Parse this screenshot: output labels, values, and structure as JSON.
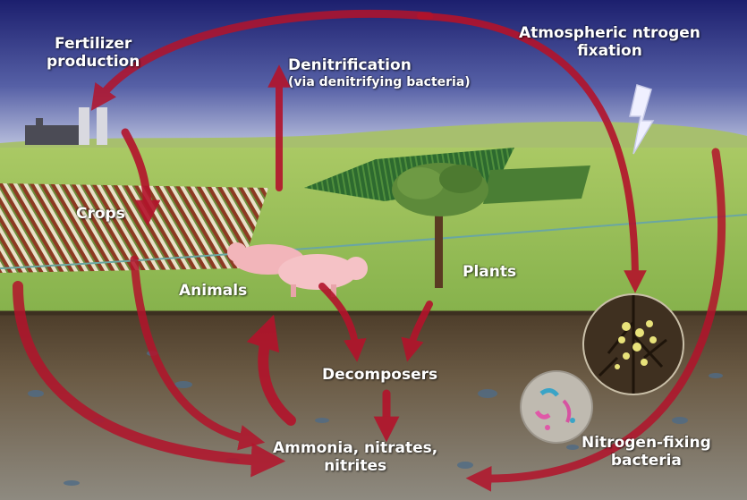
{
  "labels": {
    "fertilizer_l1": "Fertilizer",
    "fertilizer_l2": "production",
    "denitrification_l1": "Denitrification",
    "denitrification_l2": "(via denitrifying bacteria)",
    "atmospheric_l1": "Atmospheric ntrogen",
    "atmospheric_l2": "fixation",
    "crops": "Crops",
    "plants": "Plants",
    "animals": "Animals",
    "decomposers": "Decomposers",
    "ammonia_l1": "Ammonia, nitrates,",
    "ammonia_l2": "nitrites",
    "nfixing_l1": "Nitrogen-fixing",
    "nfixing_l2": "bacteria"
  },
  "colors": {
    "sky_top": "#1c1f6e",
    "sky_bottom": "#c9cfe6",
    "field_green": "#9cc258",
    "field_dark": "#2d6a2f",
    "soil": "#5b4a34",
    "soil_deep": "#7d7a70",
    "arrow_red": "#b3132b",
    "label_text": "#ffffff"
  },
  "icons": [
    "factory-icon",
    "lightning-icon",
    "tree-icon",
    "pig-icon",
    "root-nodule-icon",
    "bacteria-icon"
  ]
}
